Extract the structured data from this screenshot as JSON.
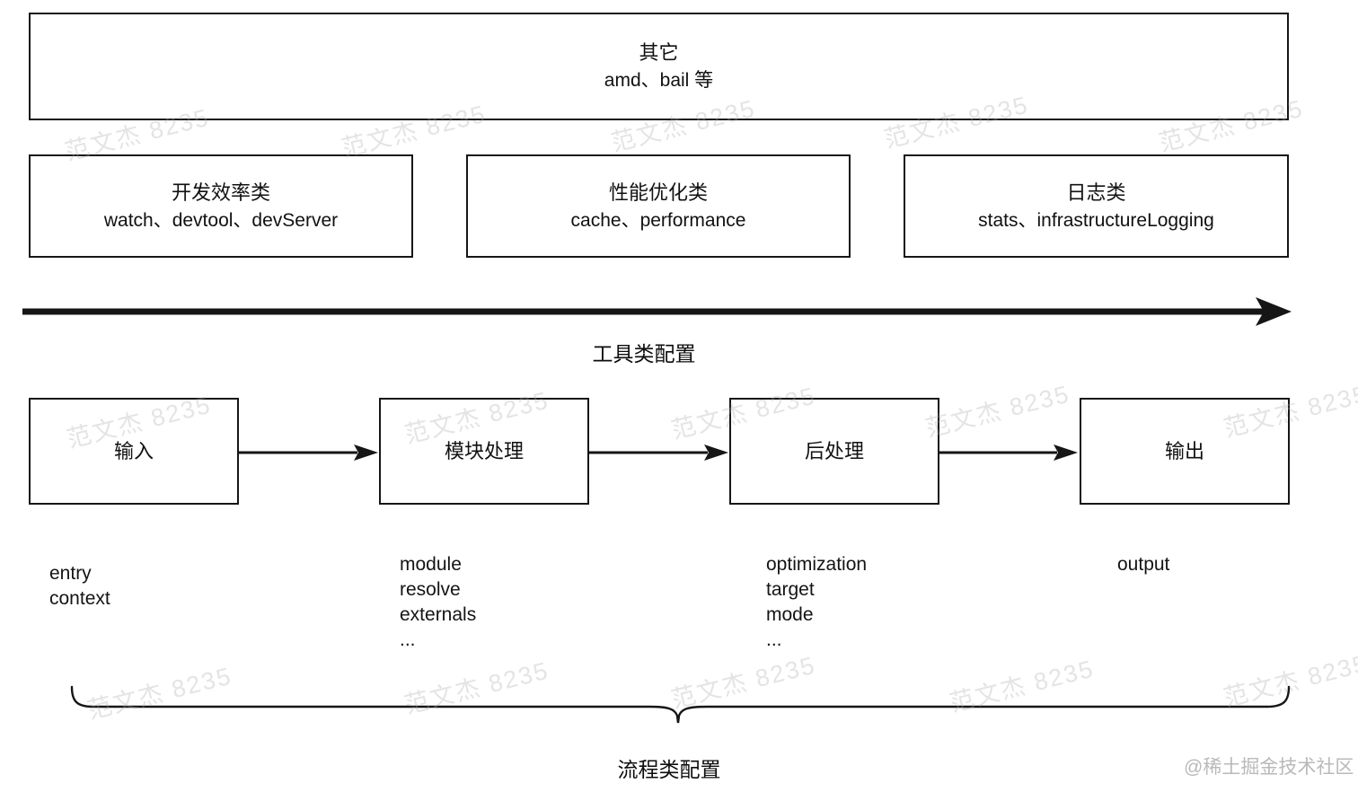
{
  "watermark": {
    "text": "范文杰 8235"
  },
  "credit": "@稀土掘金技术社区",
  "diagram": {
    "other_box": {
      "title": "其它",
      "subtitle": "amd、bail 等"
    },
    "tool_boxes": [
      {
        "title": "开发效率类",
        "subtitle": "watch、devtool、devServer"
      },
      {
        "title": "性能优化类",
        "subtitle": "cache、performance"
      },
      {
        "title": "日志类",
        "subtitle": "stats、infrastructureLogging"
      }
    ],
    "tool_axis_label": "工具类配置",
    "flow_nodes": [
      {
        "label": "输入",
        "props": [
          "entry",
          "context"
        ]
      },
      {
        "label": "模块处理",
        "props": [
          "module",
          "resolve",
          "externals",
          "..."
        ]
      },
      {
        "label": "后处理",
        "props": [
          "optimization",
          "target",
          "mode",
          "..."
        ]
      },
      {
        "label": "输出",
        "props": [
          "output"
        ]
      }
    ],
    "flow_brace_label": "流程类配置"
  },
  "colors": {
    "line": "#161616",
    "watermark_gray": "#e3e3e3",
    "credit_gray": "#b9b9b9"
  }
}
